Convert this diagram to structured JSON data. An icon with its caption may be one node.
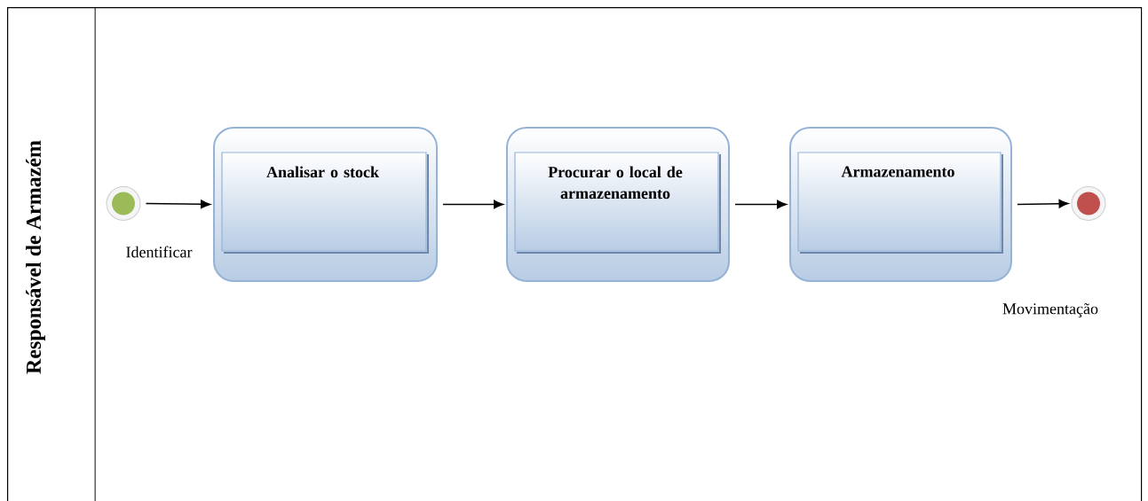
{
  "diagram": {
    "nodes": [
      {
        "text": [
          "Responsável de Armazém"
        ]
      },
      {
        "text": [],
        "shape": "circle",
        "beside": [
          "Identificar"
        ],
        "in": 0
      },
      {
        "text": [
          "Analisar o stock"
        ],
        "in": 0
      },
      {
        "text": [
          "Procurar o local de armazenamento"
        ],
        "in": 0
      },
      {
        "text": [
          "Armazenamento"
        ],
        "in": 0
      },
      {
        "text": [],
        "shape": "circle",
        "in": 0
      }
    ],
    "edges": [
      {
        "from": 1,
        "to": 2,
        "arrow": "to"
      },
      {
        "from": 2,
        "to": 3,
        "arrow": "to"
      },
      {
        "from": 3,
        "to": 4,
        "arrow": "to"
      },
      {
        "from": 4,
        "to": 5,
        "arrow": "to"
      }
    ],
    "labels": [
      "Movimentação"
    ]
  }
}
